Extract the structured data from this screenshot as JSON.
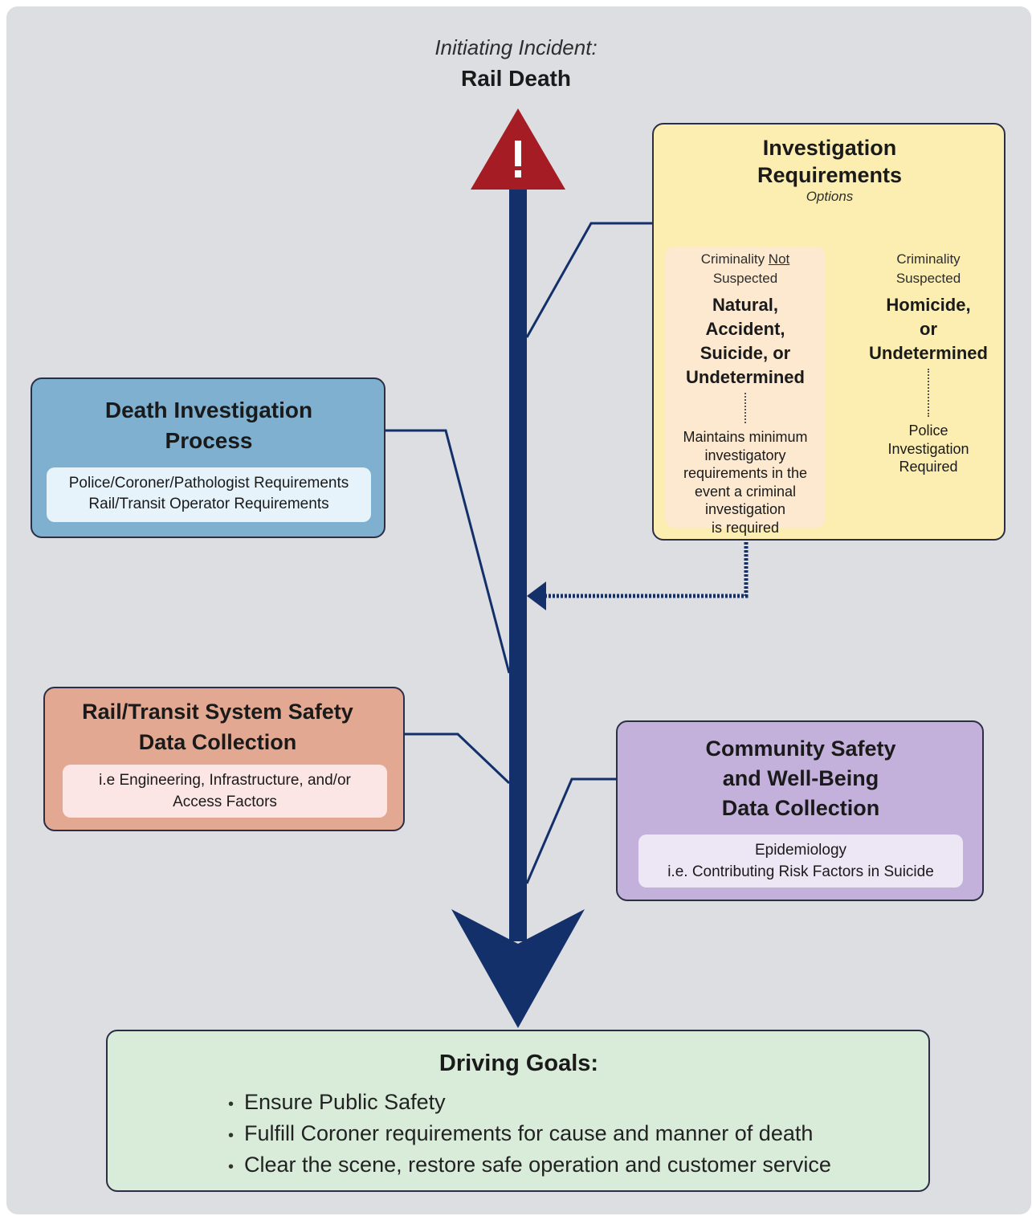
{
  "header": {
    "italic_label": "Initiating Incident:",
    "title": "Rail Death"
  },
  "death_investigation": {
    "title_line1": "Death Investigation",
    "title_line2": "Process",
    "details_line1": "Police/Coroner/Pathologist Requirements",
    "details_line2": "Rail/Transit Operator Requirements"
  },
  "investigation_requirements": {
    "title_line1": "Investigation",
    "title_line2": "Requirements",
    "options_label": "Options",
    "left_option": {
      "small_line1_a": "Criminality ",
      "small_line1_b": "Not",
      "small_line2": "Suspected",
      "big_lines": [
        "Natural,",
        "Accident,",
        "Suicide, or",
        "Undetermined"
      ],
      "desc_lines": [
        "Maintains minimum",
        "investigatory",
        "requirements in the",
        "event a criminal",
        "investigation",
        "is required"
      ]
    },
    "right_option": {
      "small_line1": "Criminality",
      "small_line2": "Suspected",
      "big_lines": [
        "Homicide,",
        "or",
        "Undetermined"
      ],
      "desc_lines": [
        "Police",
        "Investigation",
        "Required"
      ]
    }
  },
  "rail_transit": {
    "title_line1": "Rail/Transit System Safety",
    "title_line2": "Data Collection",
    "details_line1": "i.e Engineering,  Infrastructure, and/or",
    "details_line2": "Access Factors"
  },
  "community": {
    "title_line1": "Community Safety",
    "title_line2": "and Well-Being",
    "title_line3": "Data Collection",
    "details_line1": "Epidemiology",
    "details_line2": "i.e. Contributing Risk Factors in Suicide"
  },
  "goals": {
    "title": "Driving Goals:",
    "items": [
      "Ensure Public Safety",
      "Fulfill Coroner requirements for cause and manner of death",
      "Clear the scene, restore safe operation and customer service"
    ]
  },
  "colors": {
    "navy": "#13306b",
    "warning_red": "#a61c24",
    "death_box": "#7fb0d0",
    "invest_box": "#fbeeb0",
    "rail_box": "#e3a891",
    "community_box": "#c3b1dc",
    "goals_box": "#d8ecd9"
  },
  "icons": {
    "warning": "warning-triangle-icon"
  }
}
